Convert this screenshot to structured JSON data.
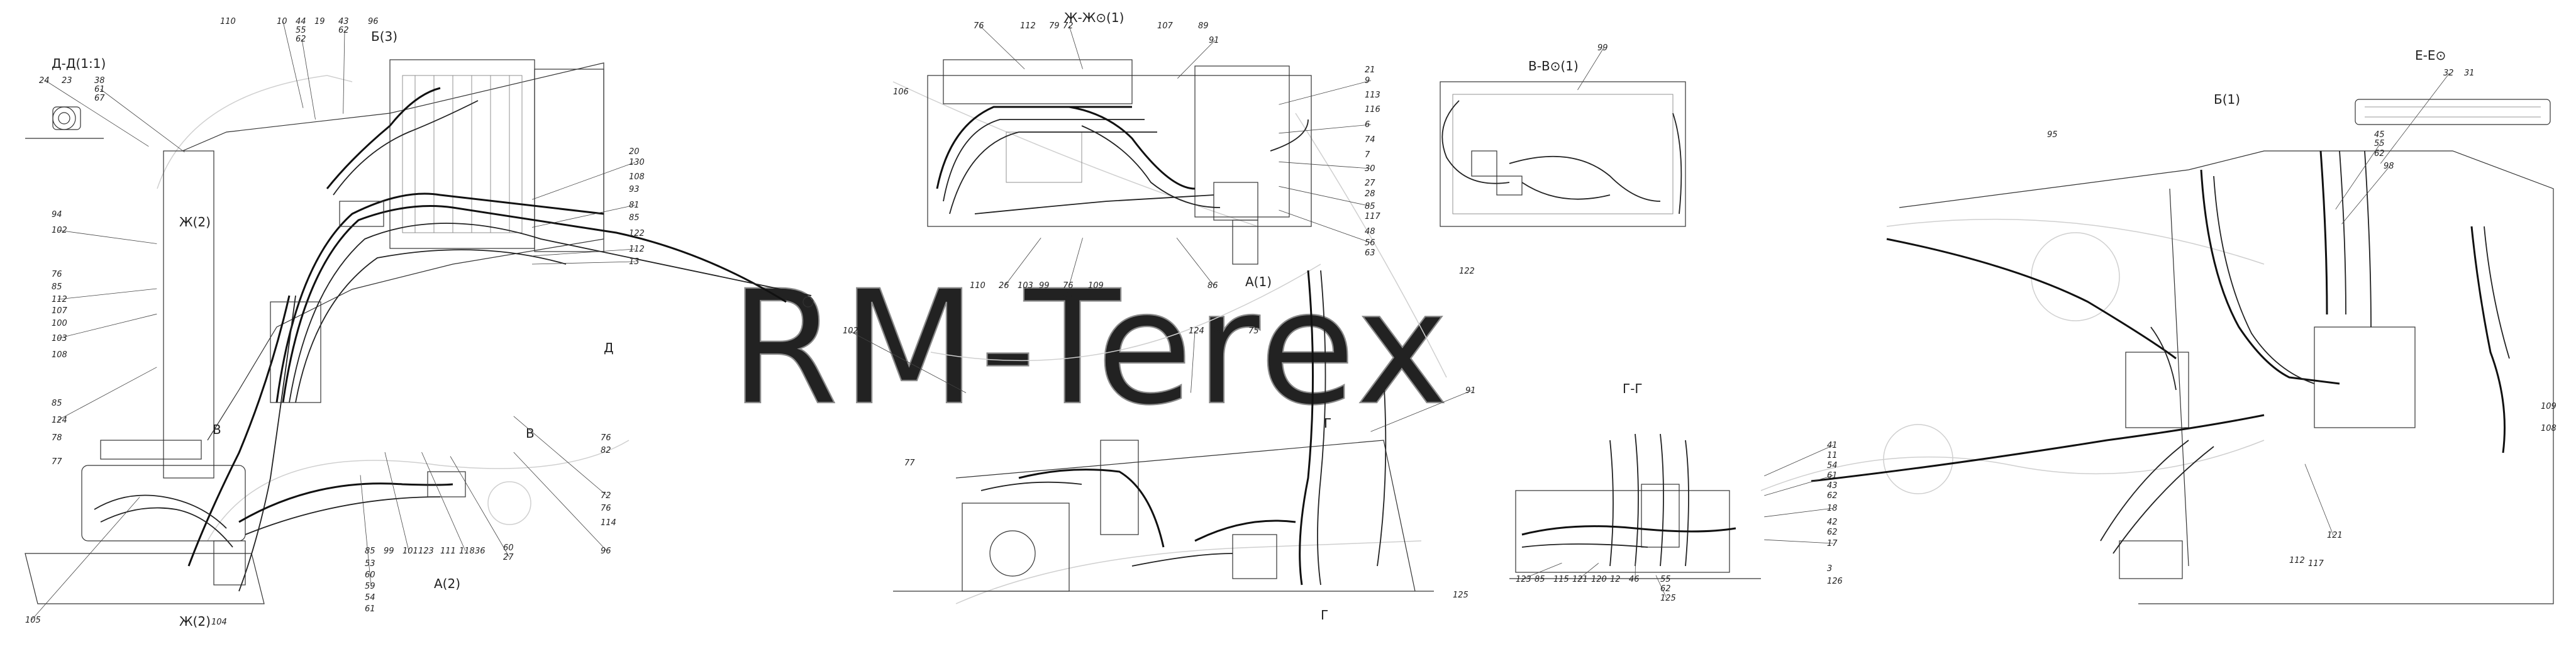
{
  "watermark": "RM-Terex",
  "view_titles": {
    "d_d": "Д-Д(1:1)",
    "zh_zh": "Ж-Ж⊙(1)",
    "v_v": "В-В⊙(1)",
    "e_e": "Е-Е⊙",
    "b3": "Б(3)",
    "b1": "Б(1)",
    "g_g": "Г-Г",
    "a1": "А(1)",
    "a2": "А(2)",
    "zh2_top": "Ж(2)",
    "zh2_bot": "Ж(2)"
  },
  "callouts": {
    "v1": [
      "24",
      "23",
      "38",
      "61",
      "67",
      "110",
      "10",
      "44",
      "55",
      "62",
      "19",
      "43",
      "62",
      "96",
      "94",
      "102",
      "76",
      "85",
      "112",
      "107",
      "100",
      "103",
      "108",
      "85",
      "124",
      "78",
      "77",
      "105",
      "104",
      "20",
      "130",
      "108",
      "93",
      "81",
      "85",
      "122",
      "112",
      "76",
      "82",
      "72",
      "76",
      "114",
      "96",
      "85",
      "99",
      "101",
      "123",
      "111",
      "118",
      "36",
      "60",
      "27",
      "53",
      "60",
      "59",
      "54",
      "61",
      "13"
    ],
    "v2": [
      "76",
      "112",
      "79",
      "72",
      "107",
      "89",
      "91",
      "106",
      "21",
      "9",
      "113",
      "116",
      "6",
      "74",
      "7",
      "30",
      "27",
      "28",
      "85",
      "117",
      "48",
      "56",
      "63",
      "110",
      "26",
      "103",
      "99",
      "76",
      "85",
      "109",
      "86"
    ],
    "v3": [
      "99",
      "122"
    ],
    "v4": [
      "32",
      "31",
      "45",
      "55",
      "62",
      "95",
      "98",
      "109",
      "108",
      "121",
      "112",
      "117"
    ],
    "v5": [
      "124",
      "98",
      "75",
      "91",
      "77",
      "125",
      "102"
    ],
    "v6": [
      "41",
      "11",
      "54",
      "61",
      "43",
      "62",
      "18",
      "42",
      "62",
      "17",
      "3",
      "126",
      "123",
      "85",
      "115",
      "121",
      "120",
      "12",
      "46",
      "55",
      "62",
      "125"
    ]
  }
}
